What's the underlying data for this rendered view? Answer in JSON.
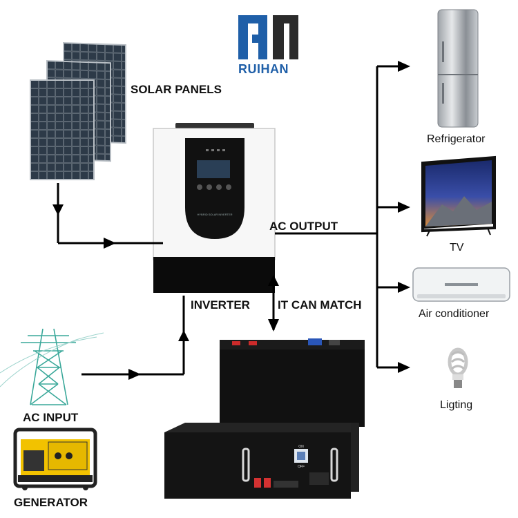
{
  "logo": {
    "brand": "RUIHAN",
    "brand_color": "#1f5fa8"
  },
  "labels": {
    "solar_panels": "SOLAR PANELS",
    "ac_output": "AC OUTPUT",
    "inverter": "INVERTER",
    "it_can_match": "IT CAN MATCH",
    "ac_input": "AC INPUT",
    "generator": "GENERATOR"
  },
  "inverter_screen": {
    "brand_text": "HYBRID SOLAR INVERTER"
  },
  "battery_switch": {
    "on": "ON",
    "off": "OFF"
  },
  "appliances": [
    {
      "label": "Refrigerator",
      "icon": "refrigerator-icon"
    },
    {
      "label": "TV",
      "icon": "tv-icon"
    },
    {
      "label": "Air conditioner",
      "icon": "air-conditioner-icon"
    },
    {
      "label": "Ligting",
      "icon": "light-bulb-icon"
    }
  ],
  "colors": {
    "arrows": "#000000",
    "pylon": "#3aa89a",
    "generator_yellow": "#f2c200"
  }
}
